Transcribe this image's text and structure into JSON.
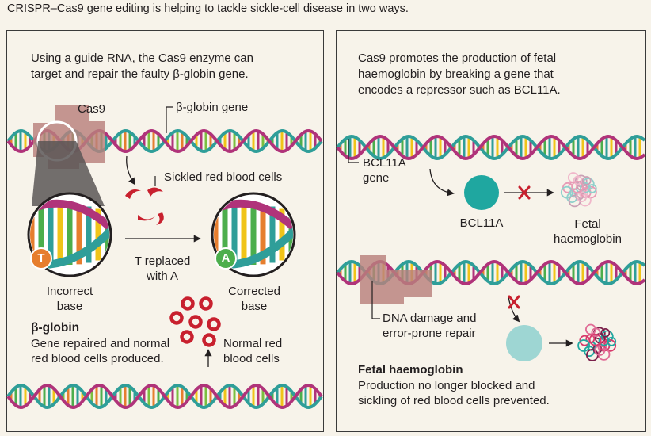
{
  "title": "CRISPR–Cas9 gene editing is helping to tackle sickle-cell disease in two ways.",
  "left_panel": {
    "intro_line1": "Using a guide RNA, the Cas9 enzyme can",
    "intro_line2": "target and repair the faulty β-globin gene.",
    "cas9_label": "Cas9",
    "gene_label": "β-globin gene",
    "sickled_label": "Sickled red blood cells",
    "incorrect_letter": "T",
    "corrected_letter": "A",
    "replaced_line1": "T replaced",
    "replaced_line2": "with A",
    "incorrect_line1": "Incorrect",
    "incorrect_line2": "base",
    "corrected_line1": "Corrected",
    "corrected_line2": "base",
    "heading": "β-globin",
    "summary_line1": "Gene repaired and normal",
    "summary_line2": "red blood cells produced.",
    "normal_line1": "Normal red",
    "normal_line2": "blood cells"
  },
  "right_panel": {
    "intro_line1": "Cas9 promotes the production of fetal",
    "intro_line2": "haemoglobin by breaking a gene that",
    "intro_line3": "encodes a repressor such as BCL11A.",
    "gene_line1": "BCL11A",
    "gene_line2": "gene",
    "protein_label": "BCL11A",
    "fetal_line1": "Fetal",
    "fetal_line2": "haemoglobin",
    "damage_line1": "DNA damage and",
    "damage_line2": "error-prone repair",
    "heading": "Fetal haemoglobin",
    "summary_line1": "Production no longer blocked and",
    "summary_line2": "sickling of red blood cells prevented."
  },
  "colors": {
    "background": "#f7f3ea",
    "strand_teal": "#2f9e99",
    "strand_magenta": "#b0337a",
    "cas9": "#b8807c",
    "blood_cell": "#c8202e",
    "bcl11a_protein": "#1fa7a0",
    "broken_protein": "#9ed6d3",
    "base_orange": "#e67e2e",
    "base_green": "#4cae4c"
  }
}
